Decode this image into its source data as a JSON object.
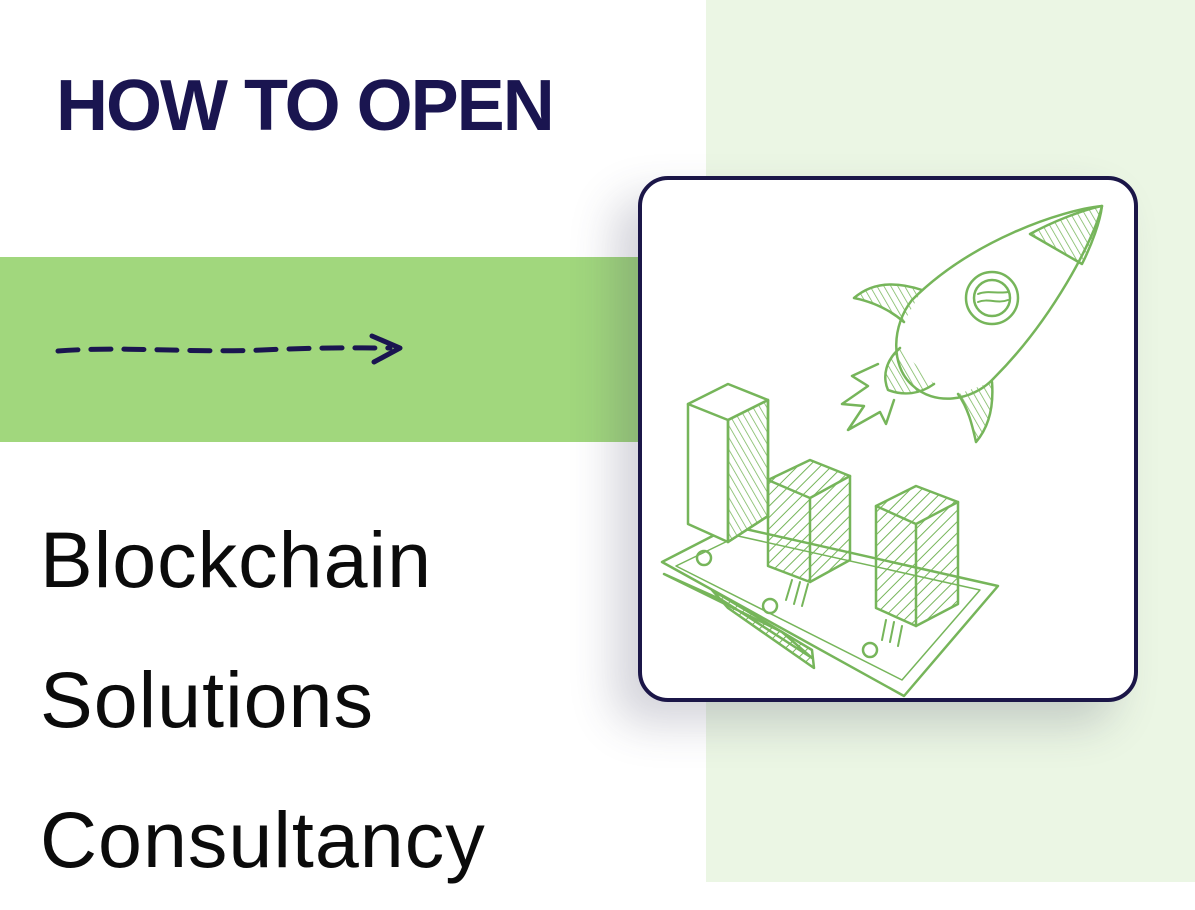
{
  "eyebrow": "HOW TO OPEN",
  "headline": {
    "line1": "Blockchain",
    "line2": "Solutions",
    "line3": "Consultancy"
  },
  "colors": {
    "navy": "#1a1550",
    "accent_green": "#a1d77d",
    "pale_green": "#ebf6e4",
    "sketch_green": "#76b55a"
  },
  "icons": [
    "dashed-arrow-icon",
    "rocket-icon",
    "bar-chart-icon"
  ]
}
